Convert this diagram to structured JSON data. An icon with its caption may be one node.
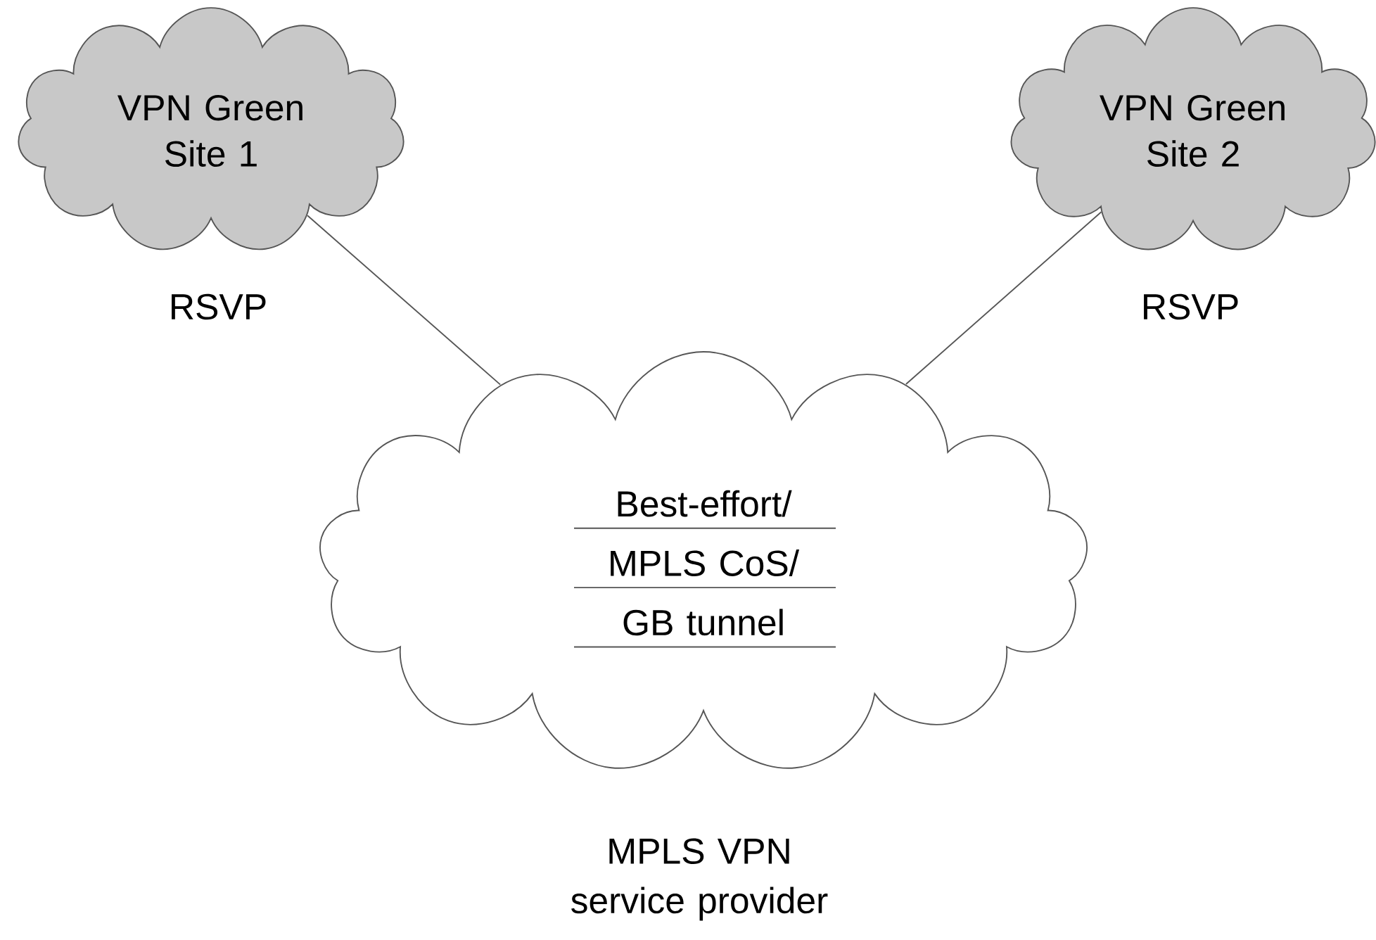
{
  "diagram": {
    "nodes": [
      {
        "text": [
          "VPN Green Site 1"
        ]
      },
      {
        "text": [
          "VPN Green Site 2"
        ]
      },
      {
        "text": [
          "Best-effort/ MPLS CoS/ GB tunnel"
        ],
        "beside": [
          "MPLS VPN service provider"
        ]
      }
    ],
    "edges": [
      {
        "from": 0,
        "to": 2,
        "arrow": "none",
        "label": "RSVP"
      },
      {
        "from": 1,
        "to": 2,
        "arrow": "none",
        "label": "RSVP"
      }
    ]
  }
}
